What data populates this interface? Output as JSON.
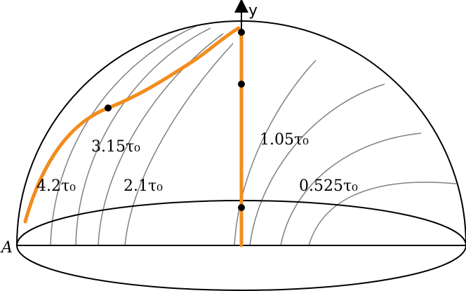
{
  "colors": {
    "outline": "#000000",
    "contour": "#808080",
    "path": "#f28c1e",
    "point": "#000000"
  },
  "labels": {
    "axis_y": "y",
    "point_a": "A",
    "contours": [
      {
        "text": "4.2τ₀",
        "id": "contour-label-4-2"
      },
      {
        "text": "3.15τ₀",
        "id": "contour-label-3-15"
      },
      {
        "text": "2.1τ₀",
        "id": "contour-label-2-1"
      },
      {
        "text": "1.05τ₀",
        "id": "contour-label-1-05"
      },
      {
        "text": "0.525τ₀",
        "id": "contour-label-0-525"
      }
    ]
  }
}
